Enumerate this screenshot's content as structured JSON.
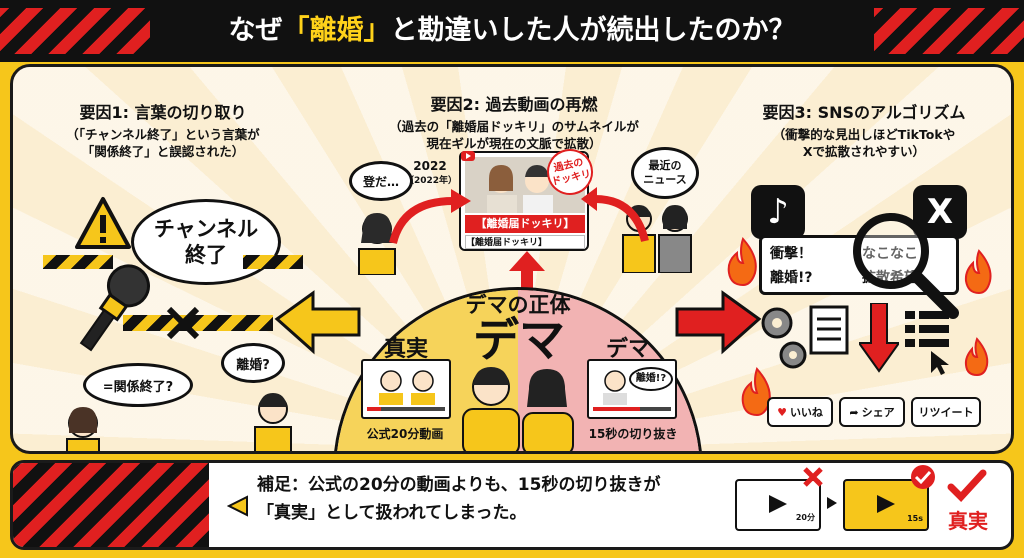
{
  "header": {
    "title_pre": "なぜ",
    "title_highlight": "「離婚」",
    "title_post": "と勘違いした人が続出したのか？"
  },
  "factor1": {
    "heading": "要因1: 言葉の切り取り",
    "sub1": "（「チャンネル終了」という言葉が",
    "sub2": "「関係終了」と誤認された）",
    "bubble_line1": "チャンネル",
    "bubble_line2": "終了",
    "q_bubble": "=関係終了?",
    "rikon_bubble": "離婚?",
    "question_mark": "?"
  },
  "factor2": {
    "heading": "要因2: 過去動画の再燃",
    "sub1": "（過去の「離婚届ドッキリ」のサムネイルが",
    "sub2": "現在ギルが現在の文脈で拡散）",
    "year": "2022",
    "year_paren": "（2022年）",
    "stamp_line1": "過去の",
    "stamp_line2": "ドッキリ",
    "banner": "【離婚届ドッキリ】",
    "video_title": "【離婚届ドッキリ】",
    "left_bubble": "登だ…",
    "right_bubble_line1": "最近の",
    "right_bubble_line2": "ニュース"
  },
  "factor3": {
    "heading": "要因3: SNSのアルゴリズム",
    "sub1": "（衝撃的な見出しほどTikTokや",
    "sub2": "Xで拡散されやすい）",
    "card_line1": "衝撃！",
    "card_line2": "離婚!?",
    "card_line3": "なこなこ",
    "card_line4": "拡散希望",
    "like_label": "いいね",
    "share_label": "シェア",
    "retweet_label": "リツイート"
  },
  "center": {
    "title": "デマの正体",
    "big": "デマ",
    "truth_label": "真実",
    "dema_label": "デマ",
    "truth_caption": "公式20分動画",
    "dema_caption": "15秒の切り抜き",
    "shock_bubble": "離婚!?"
  },
  "footer": {
    "note_line1": "補足：公式の20分の動画よりも、15秒の切り抜きが",
    "note_line2": "「真実」として扱われてしまった。",
    "video1_len": "20分",
    "video2_len": "15s",
    "truth": "真実"
  },
  "colors": {
    "accent_red": "#e02020",
    "accent_yellow": "#f6c61b",
    "dark": "#111111"
  }
}
